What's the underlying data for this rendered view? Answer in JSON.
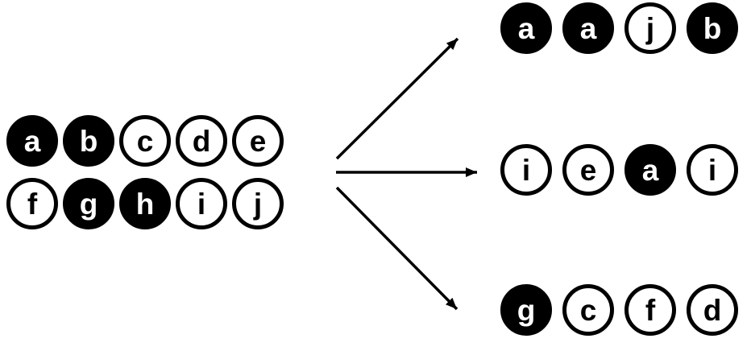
{
  "diagram": {
    "description_colors": {
      "stroke": "#000000",
      "filled_fill": "#000000",
      "empty_fill": "#ffffff",
      "label_on_filled": "#ffffff",
      "label_on_empty": "#000000"
    },
    "source_group": {
      "rows": [
        {
          "items": [
            {
              "label": "a",
              "filled": true
            },
            {
              "label": "b",
              "filled": true
            },
            {
              "label": "c",
              "filled": false
            },
            {
              "label": "d",
              "filled": false
            },
            {
              "label": "e",
              "filled": false
            }
          ]
        },
        {
          "items": [
            {
              "label": "f",
              "filled": false
            },
            {
              "label": "g",
              "filled": true
            },
            {
              "label": "h",
              "filled": true
            },
            {
              "label": "i",
              "filled": false
            },
            {
              "label": "j",
              "filled": false
            }
          ]
        }
      ]
    },
    "result_groups": [
      {
        "items": [
          {
            "label": "a",
            "filled": true
          },
          {
            "label": "a",
            "filled": true
          },
          {
            "label": "j",
            "filled": false
          },
          {
            "label": "b",
            "filled": true
          }
        ]
      },
      {
        "items": [
          {
            "label": "i",
            "filled": false
          },
          {
            "label": "e",
            "filled": false
          },
          {
            "label": "a",
            "filled": true
          },
          {
            "label": "i",
            "filled": false
          }
        ]
      },
      {
        "items": [
          {
            "label": "g",
            "filled": true
          },
          {
            "label": "c",
            "filled": false
          },
          {
            "label": "f",
            "filled": false
          },
          {
            "label": "d",
            "filled": false
          }
        ]
      }
    ]
  }
}
